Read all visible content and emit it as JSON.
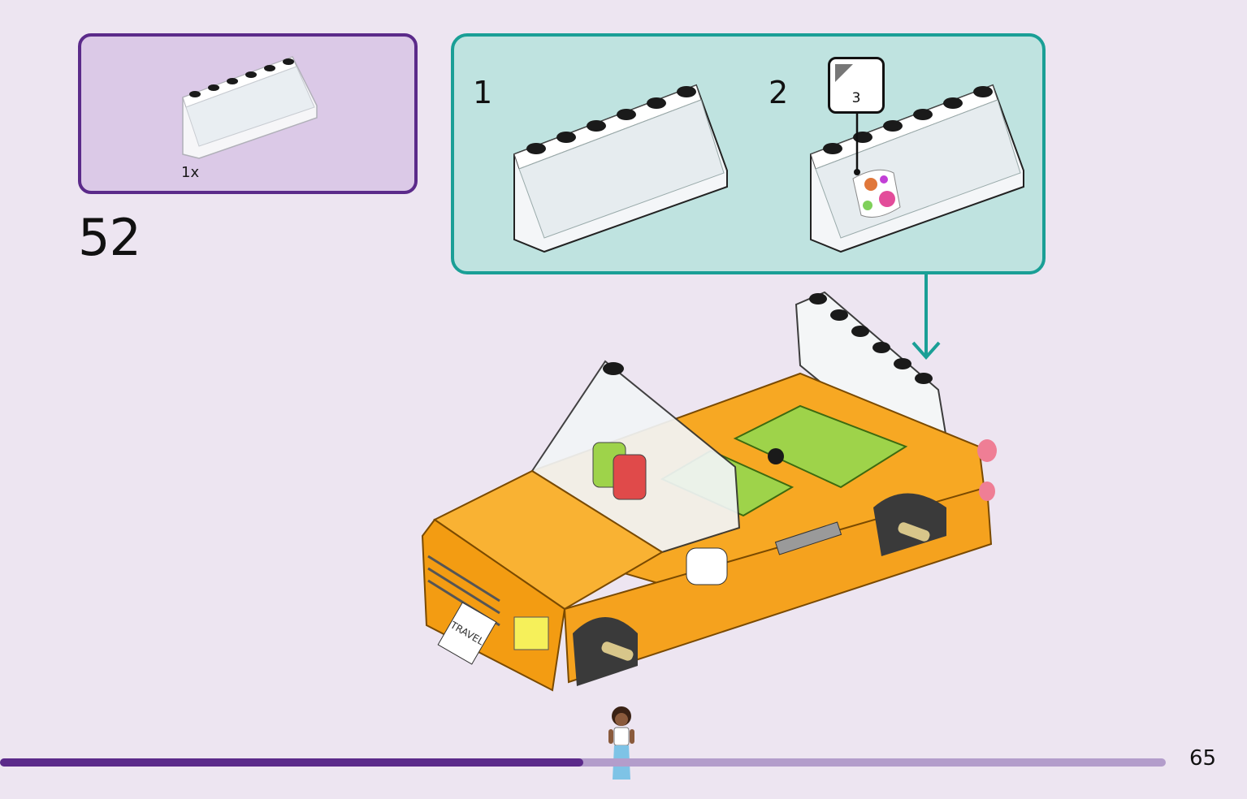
{
  "parts_list": {
    "quantity_label": "1x"
  },
  "step": {
    "number": "52"
  },
  "substeps": [
    {
      "label": "1"
    },
    {
      "label": "2"
    }
  ],
  "sticker": {
    "number": "3"
  },
  "car": {
    "license_plate": "TRAVEL"
  },
  "progress": {
    "fraction": 0.5
  },
  "page": {
    "number": "65"
  },
  "colors": {
    "parts_border": "#5b2a8a",
    "substep_border": "#1a9f96",
    "car_body": "#f7a823",
    "seat": "#9ed34a"
  }
}
